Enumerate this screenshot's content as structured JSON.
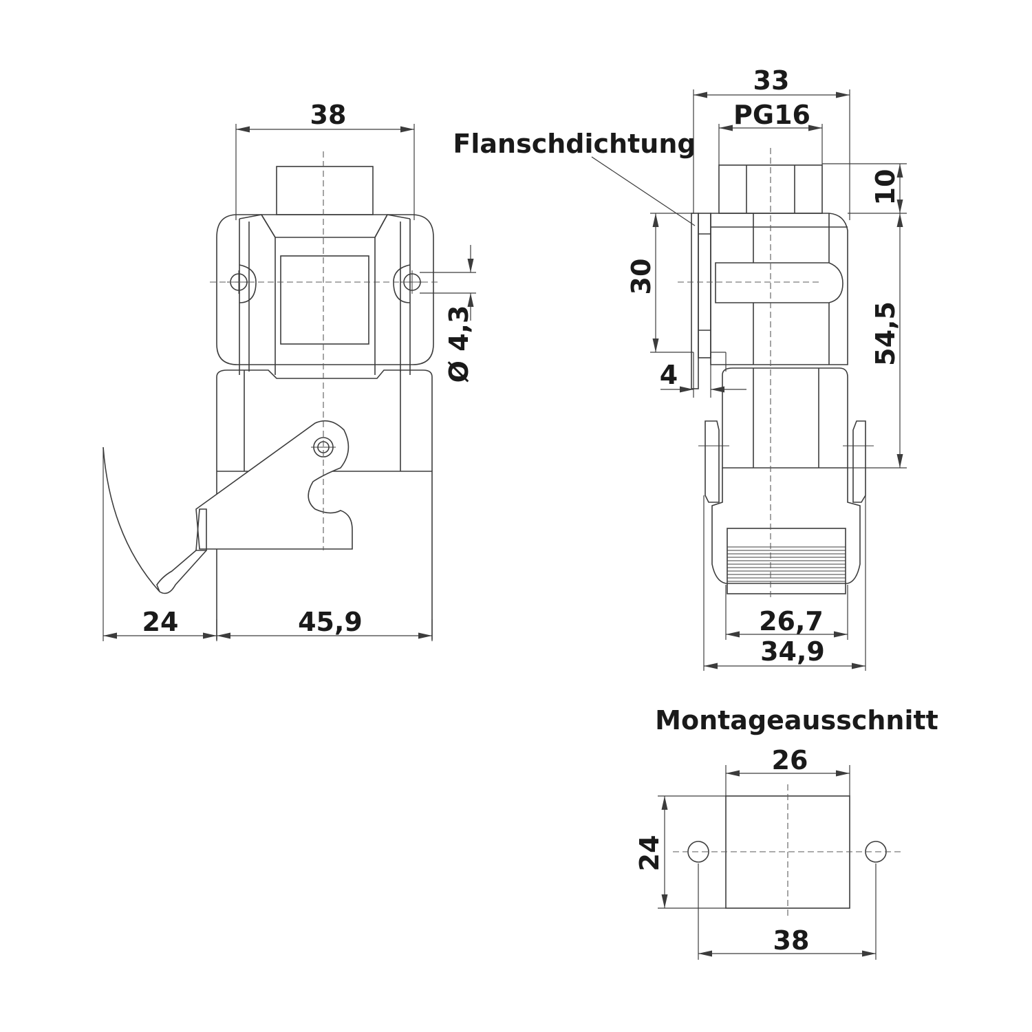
{
  "labels": {
    "flange_seal": "Flanschdichtung",
    "mounting_cutout": "Montageausschnitt"
  },
  "front_view": {
    "width": "38",
    "hole_diameter": "Ø 4,3",
    "lever_projection": "24",
    "height": "45,9"
  },
  "side_view": {
    "width": "33",
    "thread": "PG16",
    "gland_height": "10",
    "flange_height": "30",
    "flange_thickness": "4",
    "body_height": "54,5",
    "inner_width": "26,7",
    "outer_width": "34,9"
  },
  "cutout": {
    "width": "26",
    "height": "24",
    "hole_spacing": "38"
  }
}
